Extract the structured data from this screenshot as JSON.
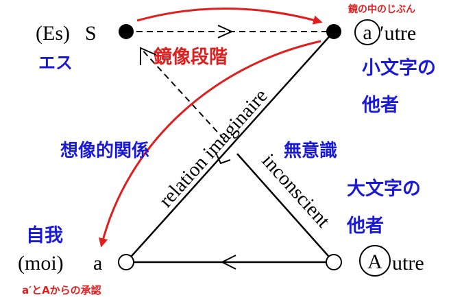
{
  "colors": {
    "black": "#000000",
    "blue": "#1a1ad6",
    "red": "#e01e1e",
    "white": "#ffffff"
  },
  "nodes": {
    "subject": {
      "label": "S",
      "prefix": "(Es)",
      "note_blue": "エス",
      "fill": "black"
    },
    "other_small": {
      "circled": "a",
      "suffix": "′utre",
      "note_red": "鏡の中のじぶん",
      "note_blue": [
        "小文字の",
        "他者"
      ],
      "fill": "black"
    },
    "ego": {
      "label": "a",
      "prefix": "(moi)",
      "note_blue": "自我",
      "note_red": "a′とAからの承認",
      "fill": "white"
    },
    "other_big": {
      "circled": "A",
      "suffix": "utre",
      "note_blue": [
        "大文字の",
        "他者"
      ],
      "fill": "white"
    }
  },
  "edges": {
    "imaginary_label": "relation imaginaire",
    "unconscious_label": "inconscient"
  },
  "annotations": {
    "mirror_stage": "鏡像段階",
    "imaginary_relation": "想像的関係",
    "unconscious": "無意識"
  },
  "icons": {
    "node_filled": "filled-circle-node",
    "node_hollow": "hollow-circle-node",
    "arrow": "open-chevron-arrowhead"
  }
}
